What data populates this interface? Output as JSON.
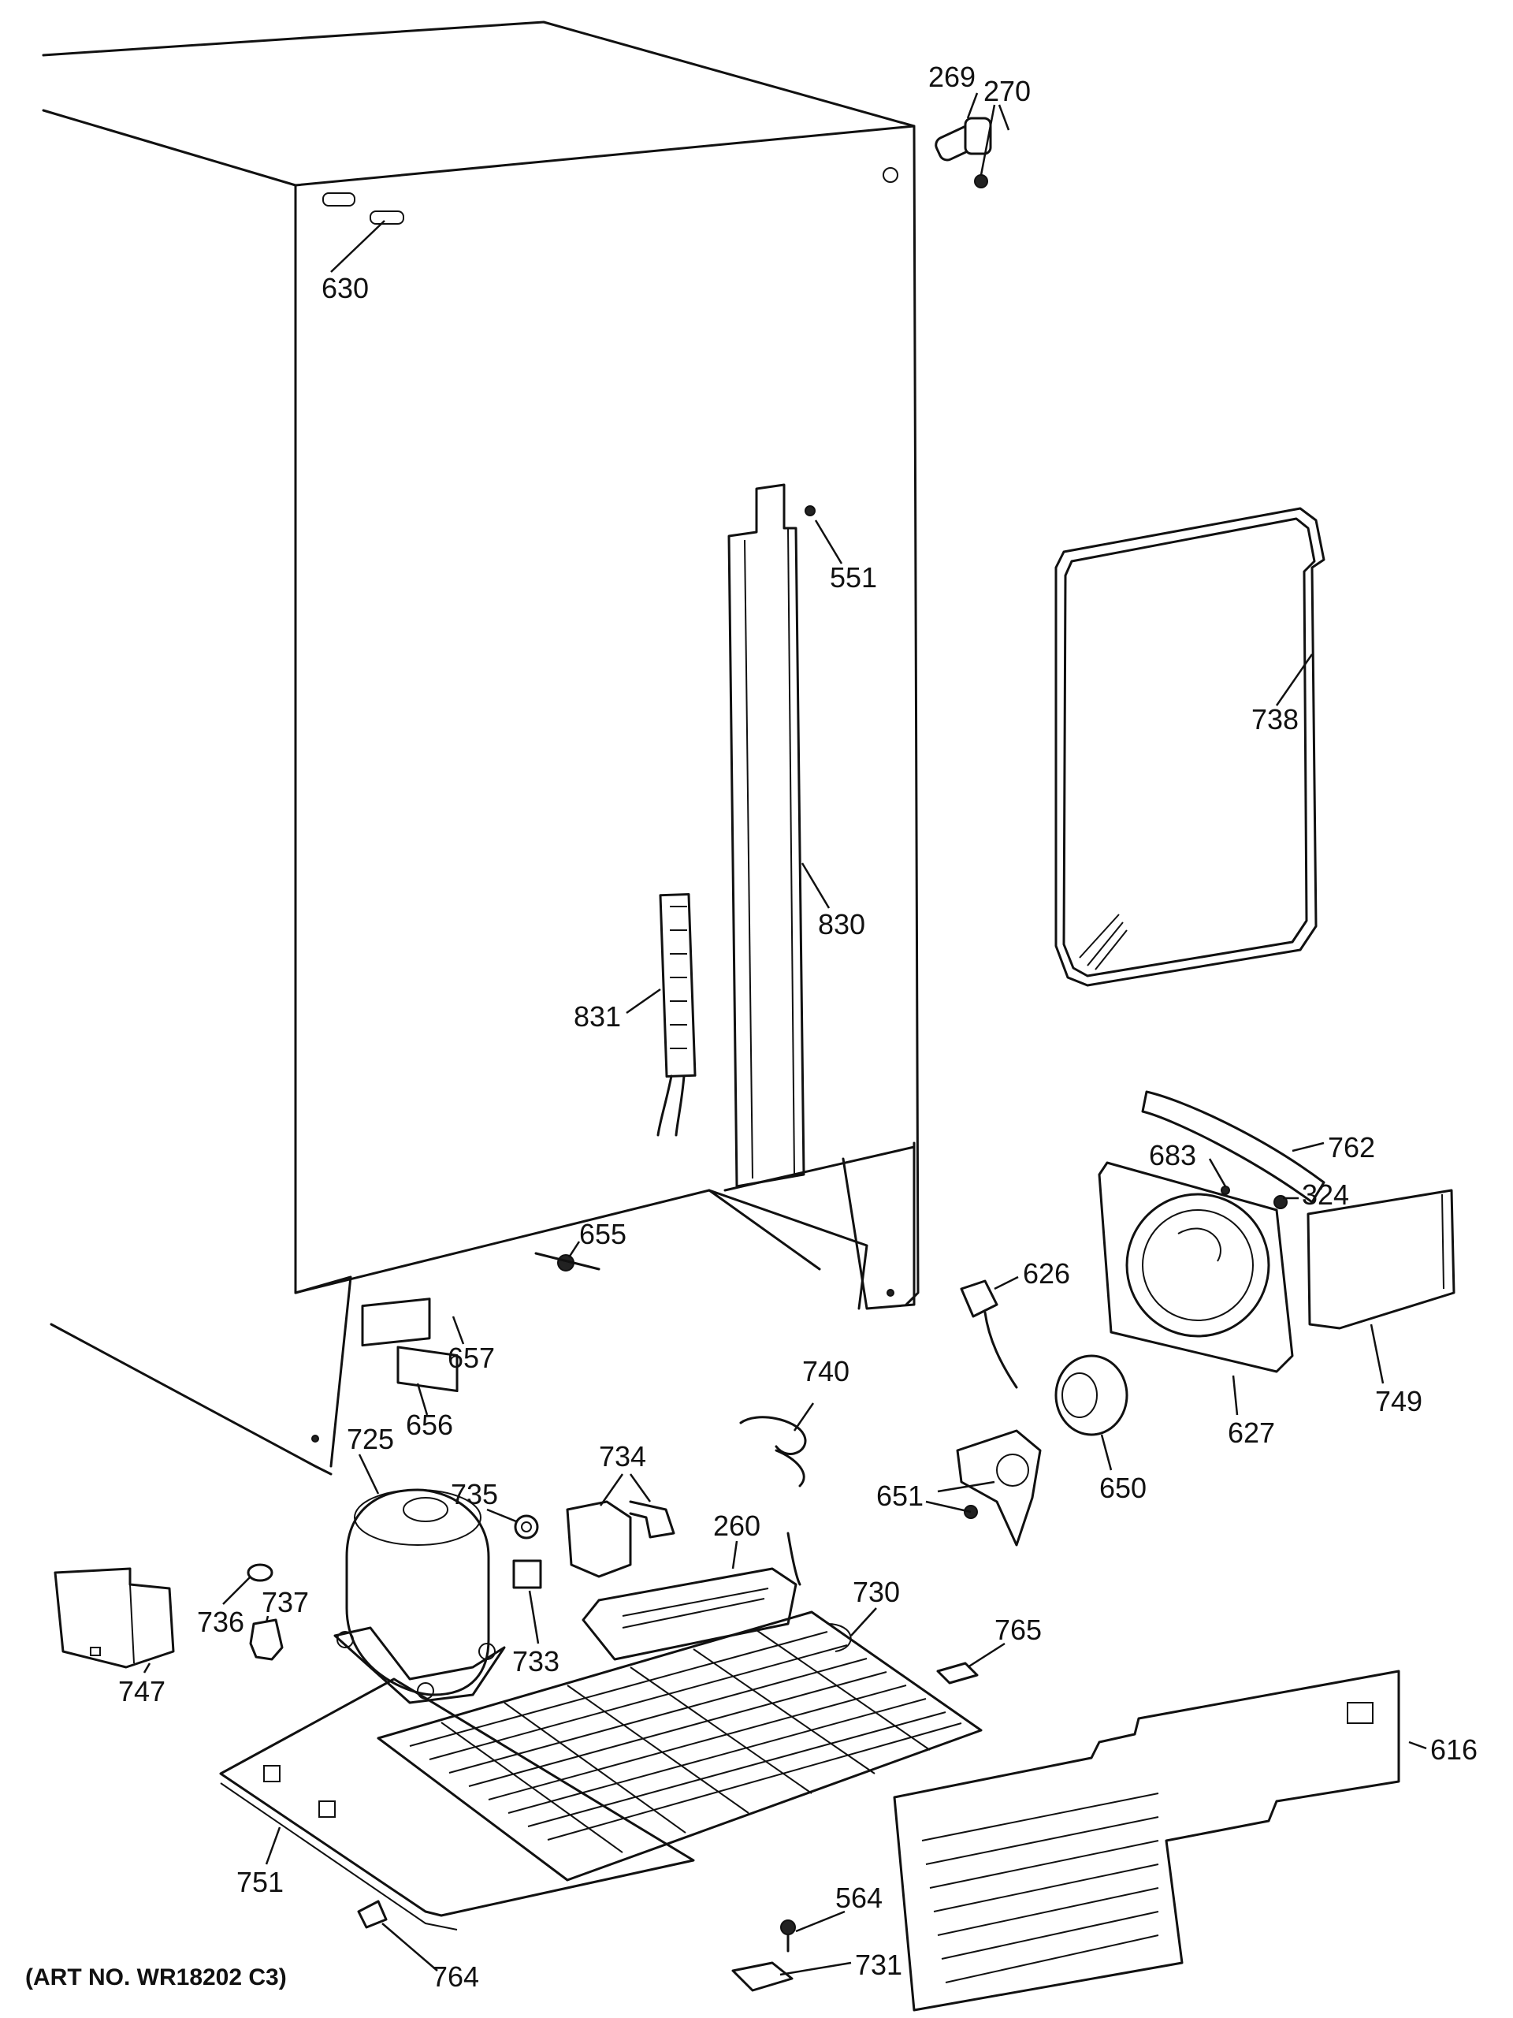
{
  "diagram": {
    "art_number": "(ART NO. WR18202 C3)",
    "callouts": [
      "269",
      "270",
      "630",
      "551",
      "738",
      "830",
      "831",
      "762",
      "683",
      "324",
      "655",
      "626",
      "657",
      "656",
      "740",
      "627",
      "749",
      "650",
      "725",
      "734",
      "735",
      "651",
      "260",
      "736",
      "737",
      "733",
      "730",
      "765",
      "747",
      "616",
      "751",
      "564",
      "764",
      "731"
    ]
  }
}
